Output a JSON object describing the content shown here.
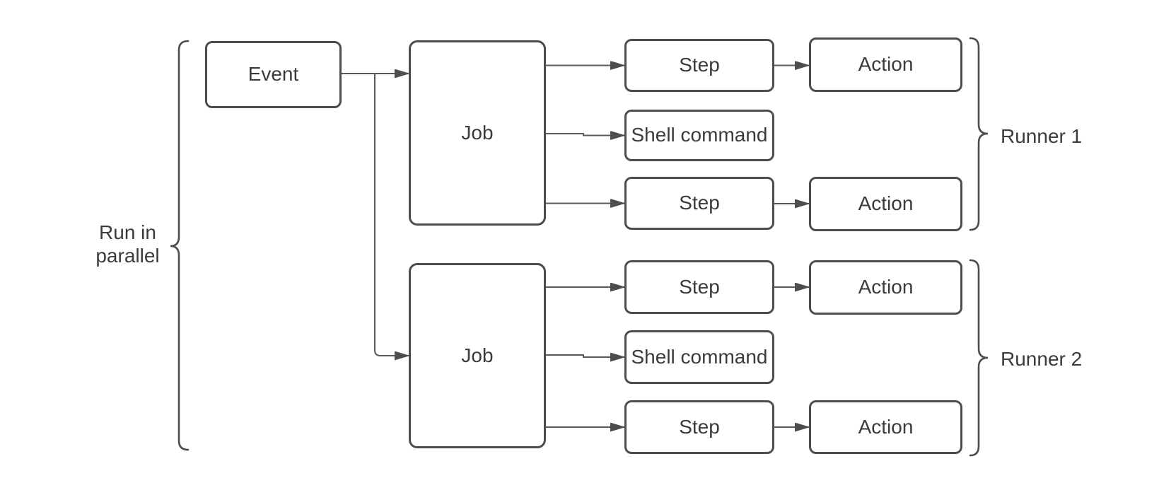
{
  "diagram": {
    "type": "flowchart",
    "background": "#ffffff",
    "colors": {
      "box_border": "#4d4d4d",
      "box_fill": "#ffffff",
      "text": "#3b3b3b",
      "connector": "#595959",
      "arrowhead": "#4d4d4d",
      "brace": "#4d4d4d"
    },
    "nodes": {
      "event": {
        "label": "Event"
      },
      "job_1": {
        "label": "Job"
      },
      "job_2": {
        "label": "Job"
      },
      "step_1a": {
        "label": "Step"
      },
      "shell_command_1": {
        "label": "Shell command"
      },
      "step_1b": {
        "label": "Step"
      },
      "action_1a": {
        "label": "Action"
      },
      "action_1b": {
        "label": "Action"
      },
      "step_2a": {
        "label": "Step"
      },
      "shell_command_2": {
        "label": "Shell command"
      },
      "step_2b": {
        "label": "Step"
      },
      "action_2a": {
        "label": "Action"
      },
      "action_2b": {
        "label": "Action"
      }
    },
    "annotations": {
      "left_brace_label": "Run in parallel",
      "runner_1_label": "Runner 1",
      "runner_2_label": "Runner 2"
    },
    "edges": [
      {
        "from": "event",
        "to": "job_1"
      },
      {
        "from": "event",
        "to": "job_2"
      },
      {
        "from": "job_1",
        "to": "step_1a"
      },
      {
        "from": "job_1",
        "to": "shell_command_1"
      },
      {
        "from": "job_1",
        "to": "step_1b"
      },
      {
        "from": "step_1a",
        "to": "action_1a"
      },
      {
        "from": "step_1b",
        "to": "action_1b"
      },
      {
        "from": "job_2",
        "to": "step_2a"
      },
      {
        "from": "job_2",
        "to": "shell_command_2"
      },
      {
        "from": "job_2",
        "to": "step_2b"
      },
      {
        "from": "step_2a",
        "to": "action_2a"
      },
      {
        "from": "step_2b",
        "to": "action_2b"
      }
    ]
  }
}
